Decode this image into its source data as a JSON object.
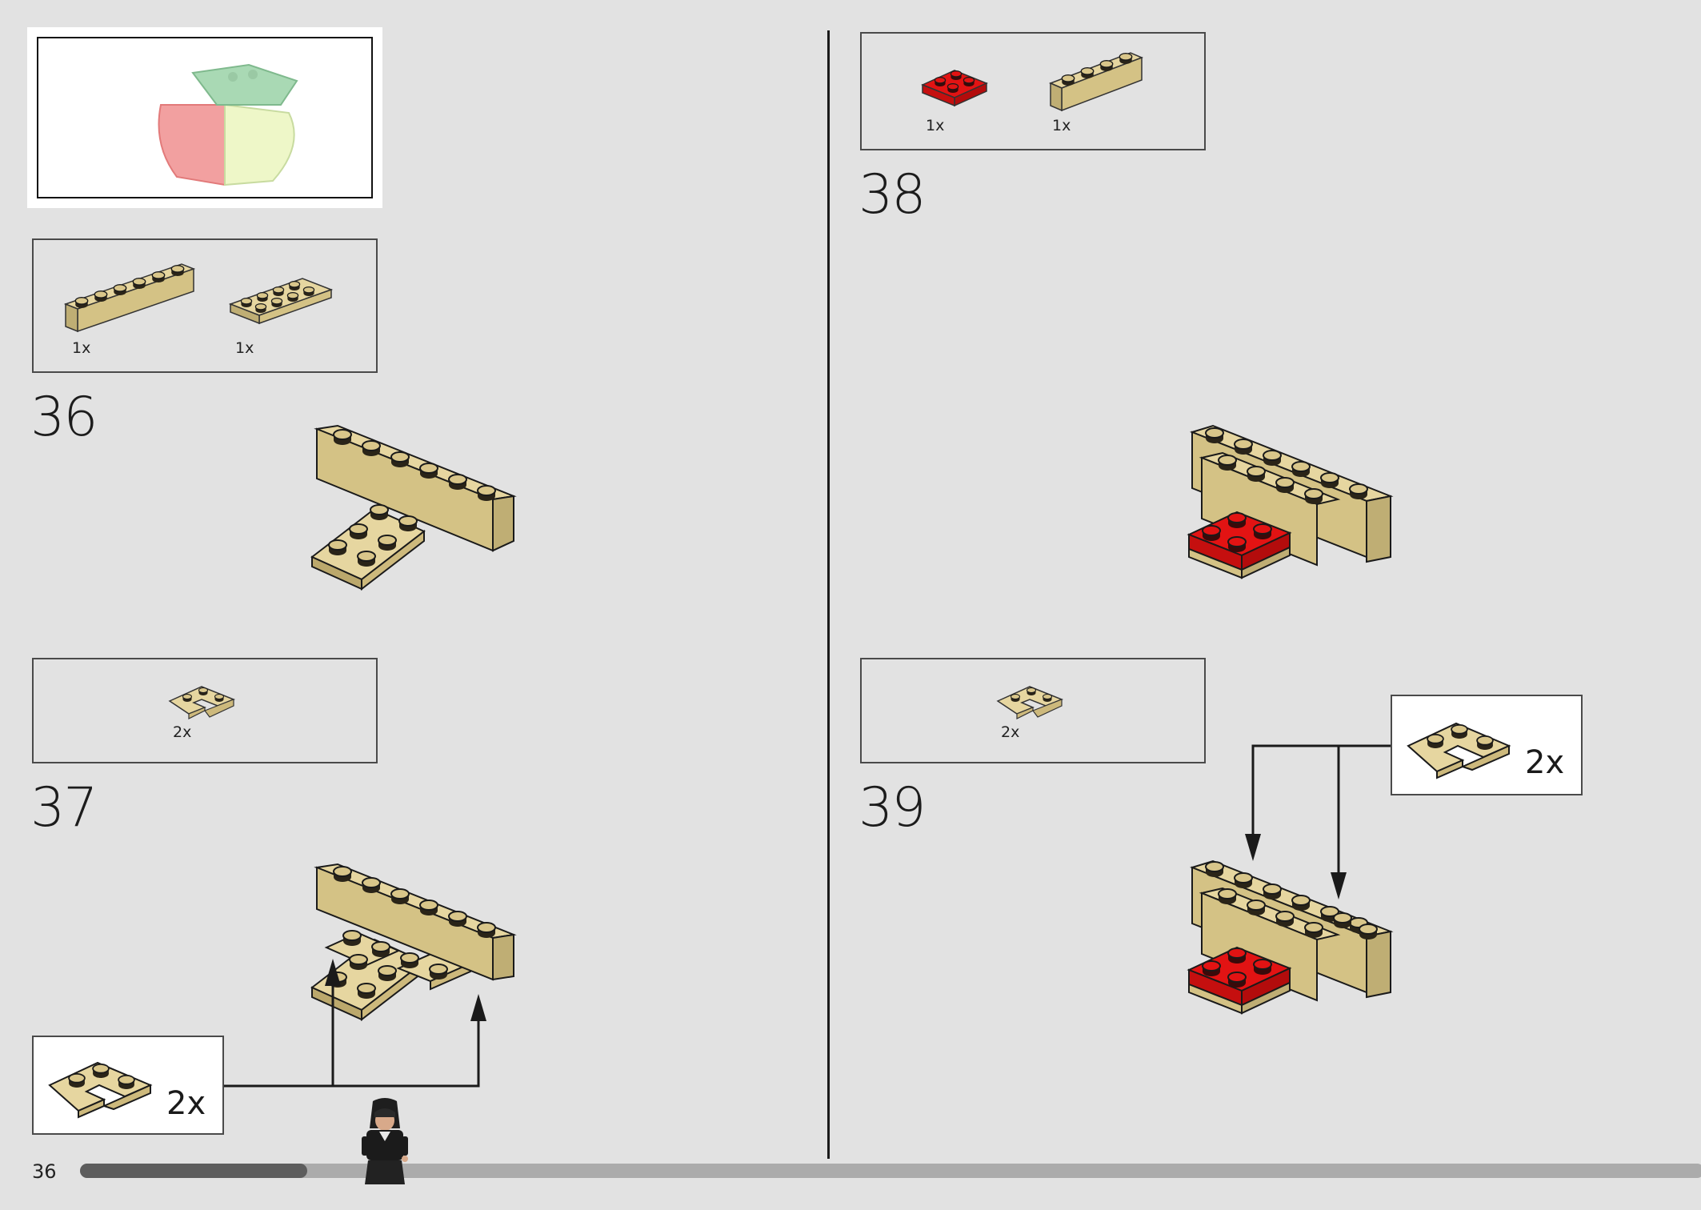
{
  "page": {
    "number": "36"
  },
  "progress": {
    "fraction": 0.14
  },
  "preview": {},
  "steps": [
    {
      "number": "36",
      "parts": [
        {
          "qty": "1x",
          "part": "tan 1x6 brick"
        },
        {
          "qty": "1x",
          "part": "tan 2x4 plate"
        }
      ]
    },
    {
      "number": "37",
      "parts": [
        {
          "qty": "2x",
          "part": "tan corner plate"
        }
      ],
      "callout_qty": "2x"
    },
    {
      "number": "38",
      "parts": [
        {
          "qty": "1x",
          "part": "red 2x2 plate"
        },
        {
          "qty": "1x",
          "part": "tan 1x4 brick"
        }
      ]
    },
    {
      "number": "39",
      "parts": [
        {
          "qty": "2x",
          "part": "tan corner plate"
        }
      ],
      "callout_qty": "2x"
    }
  ],
  "colors": {
    "tan": "#dccb93",
    "tan_dark": "#b9a66e",
    "red": "#e10f0f",
    "background": "#e2e2e2",
    "progress_fill": "#5d5d5d",
    "progress_track": "#ababab"
  }
}
